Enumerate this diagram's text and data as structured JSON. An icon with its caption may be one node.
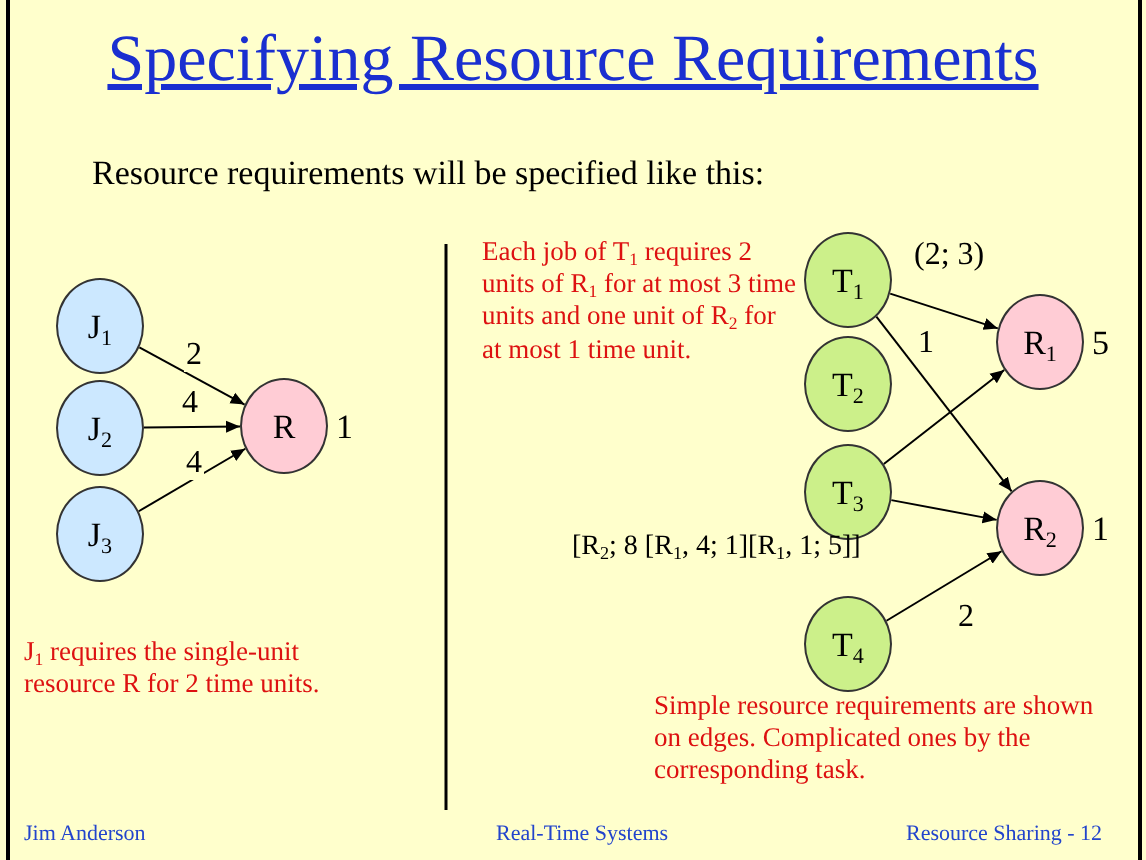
{
  "diagram": {
    "title": "Specifying Resource Requirements",
    "nodes": [
      {
        "text": [
          "J$_{1}$"
        ]
      },
      {
        "text": [
          "J$_{2}$"
        ]
      },
      {
        "text": [
          "J$_{3}$"
        ]
      },
      {
        "text": [
          "R"
        ],
        "beside": [
          "1"
        ]
      },
      {
        "text": [
          "T$_{1}$"
        ]
      },
      {
        "text": [
          "T$_{2}$"
        ]
      },
      {
        "text": [
          "T$_{3}$"
        ],
        "beside": [
          "[R$_{2}$; 8 [R$_{1}$, 4; 1][R$_{1}$, 1; 5]]"
        ]
      },
      {
        "text": [
          "T$_{4}$"
        ]
      },
      {
        "text": [
          "R$_{1}$"
        ],
        "beside": [
          "5"
        ]
      },
      {
        "text": [
          "R$_{2}$"
        ],
        "beside": [
          "1"
        ]
      }
    ],
    "edges": [
      {
        "from": 0,
        "to": 3,
        "arrow": "to",
        "label": "2"
      },
      {
        "from": 1,
        "to": 3,
        "arrow": "to",
        "label": "4"
      },
      {
        "from": 2,
        "to": 3,
        "arrow": "to",
        "label": "4"
      },
      {
        "from": 4,
        "to": 8,
        "arrow": "to",
        "label": "(2; 3)"
      },
      {
        "from": 4,
        "to": 9,
        "arrow": "to",
        "label": "1"
      },
      {
        "from": 6,
        "to": 8,
        "arrow": "to"
      },
      {
        "from": 6,
        "to": 9,
        "arrow": "to"
      },
      {
        "from": 7,
        "to": 9,
        "arrow": "to",
        "label": "2"
      }
    ],
    "labels": [
      "Resource requirements will be specified like this:",
      "Each job of T$_{1}$ requires 2 units of R$_{1}$ for at most 3 time units and one unit of R$_{2}$ for at most 1 time unit.",
      "J$_{1}$ requires the single-unit resource R for 2 time units.",
      "Simple resource requirements are shown on edges.  Complicated ones by the corresponding task.",
      "Jim Anderson",
      "Real-Time Systems",
      "Resource Sharing -  12"
    ]
  }
}
